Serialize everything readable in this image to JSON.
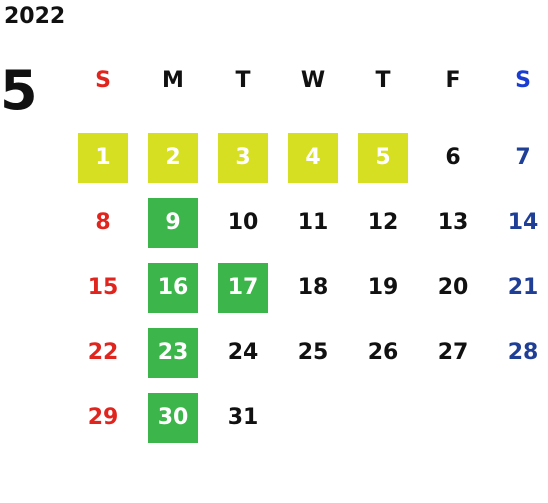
{
  "year": "2022",
  "month": "5",
  "weekdays": [
    "S",
    "M",
    "T",
    "W",
    "T",
    "F",
    "S"
  ],
  "colors": {
    "sunday_text": "#e0251e",
    "saturday_text": "#1f3f97",
    "saturday_header": "#1a3cd1",
    "yellow_highlight": "#d6df22",
    "green_highlight": "#3cb54a"
  },
  "days": [
    {
      "d": "1",
      "hl": "yellow"
    },
    {
      "d": "2",
      "hl": "yellow"
    },
    {
      "d": "3",
      "hl": "yellow"
    },
    {
      "d": "4",
      "hl": "yellow"
    },
    {
      "d": "5",
      "hl": "yellow"
    },
    {
      "d": "6",
      "hl": ""
    },
    {
      "d": "7",
      "hl": ""
    },
    {
      "d": "8",
      "hl": ""
    },
    {
      "d": "9",
      "hl": "green"
    },
    {
      "d": "10",
      "hl": ""
    },
    {
      "d": "11",
      "hl": ""
    },
    {
      "d": "12",
      "hl": ""
    },
    {
      "d": "13",
      "hl": ""
    },
    {
      "d": "14",
      "hl": ""
    },
    {
      "d": "15",
      "hl": ""
    },
    {
      "d": "16",
      "hl": "green"
    },
    {
      "d": "17",
      "hl": "green"
    },
    {
      "d": "18",
      "hl": ""
    },
    {
      "d": "19",
      "hl": ""
    },
    {
      "d": "20",
      "hl": ""
    },
    {
      "d": "21",
      "hl": ""
    },
    {
      "d": "22",
      "hl": ""
    },
    {
      "d": "23",
      "hl": "green"
    },
    {
      "d": "24",
      "hl": ""
    },
    {
      "d": "25",
      "hl": ""
    },
    {
      "d": "26",
      "hl": ""
    },
    {
      "d": "27",
      "hl": ""
    },
    {
      "d": "28",
      "hl": ""
    },
    {
      "d": "29",
      "hl": ""
    },
    {
      "d": "30",
      "hl": "green"
    },
    {
      "d": "31",
      "hl": ""
    }
  ]
}
